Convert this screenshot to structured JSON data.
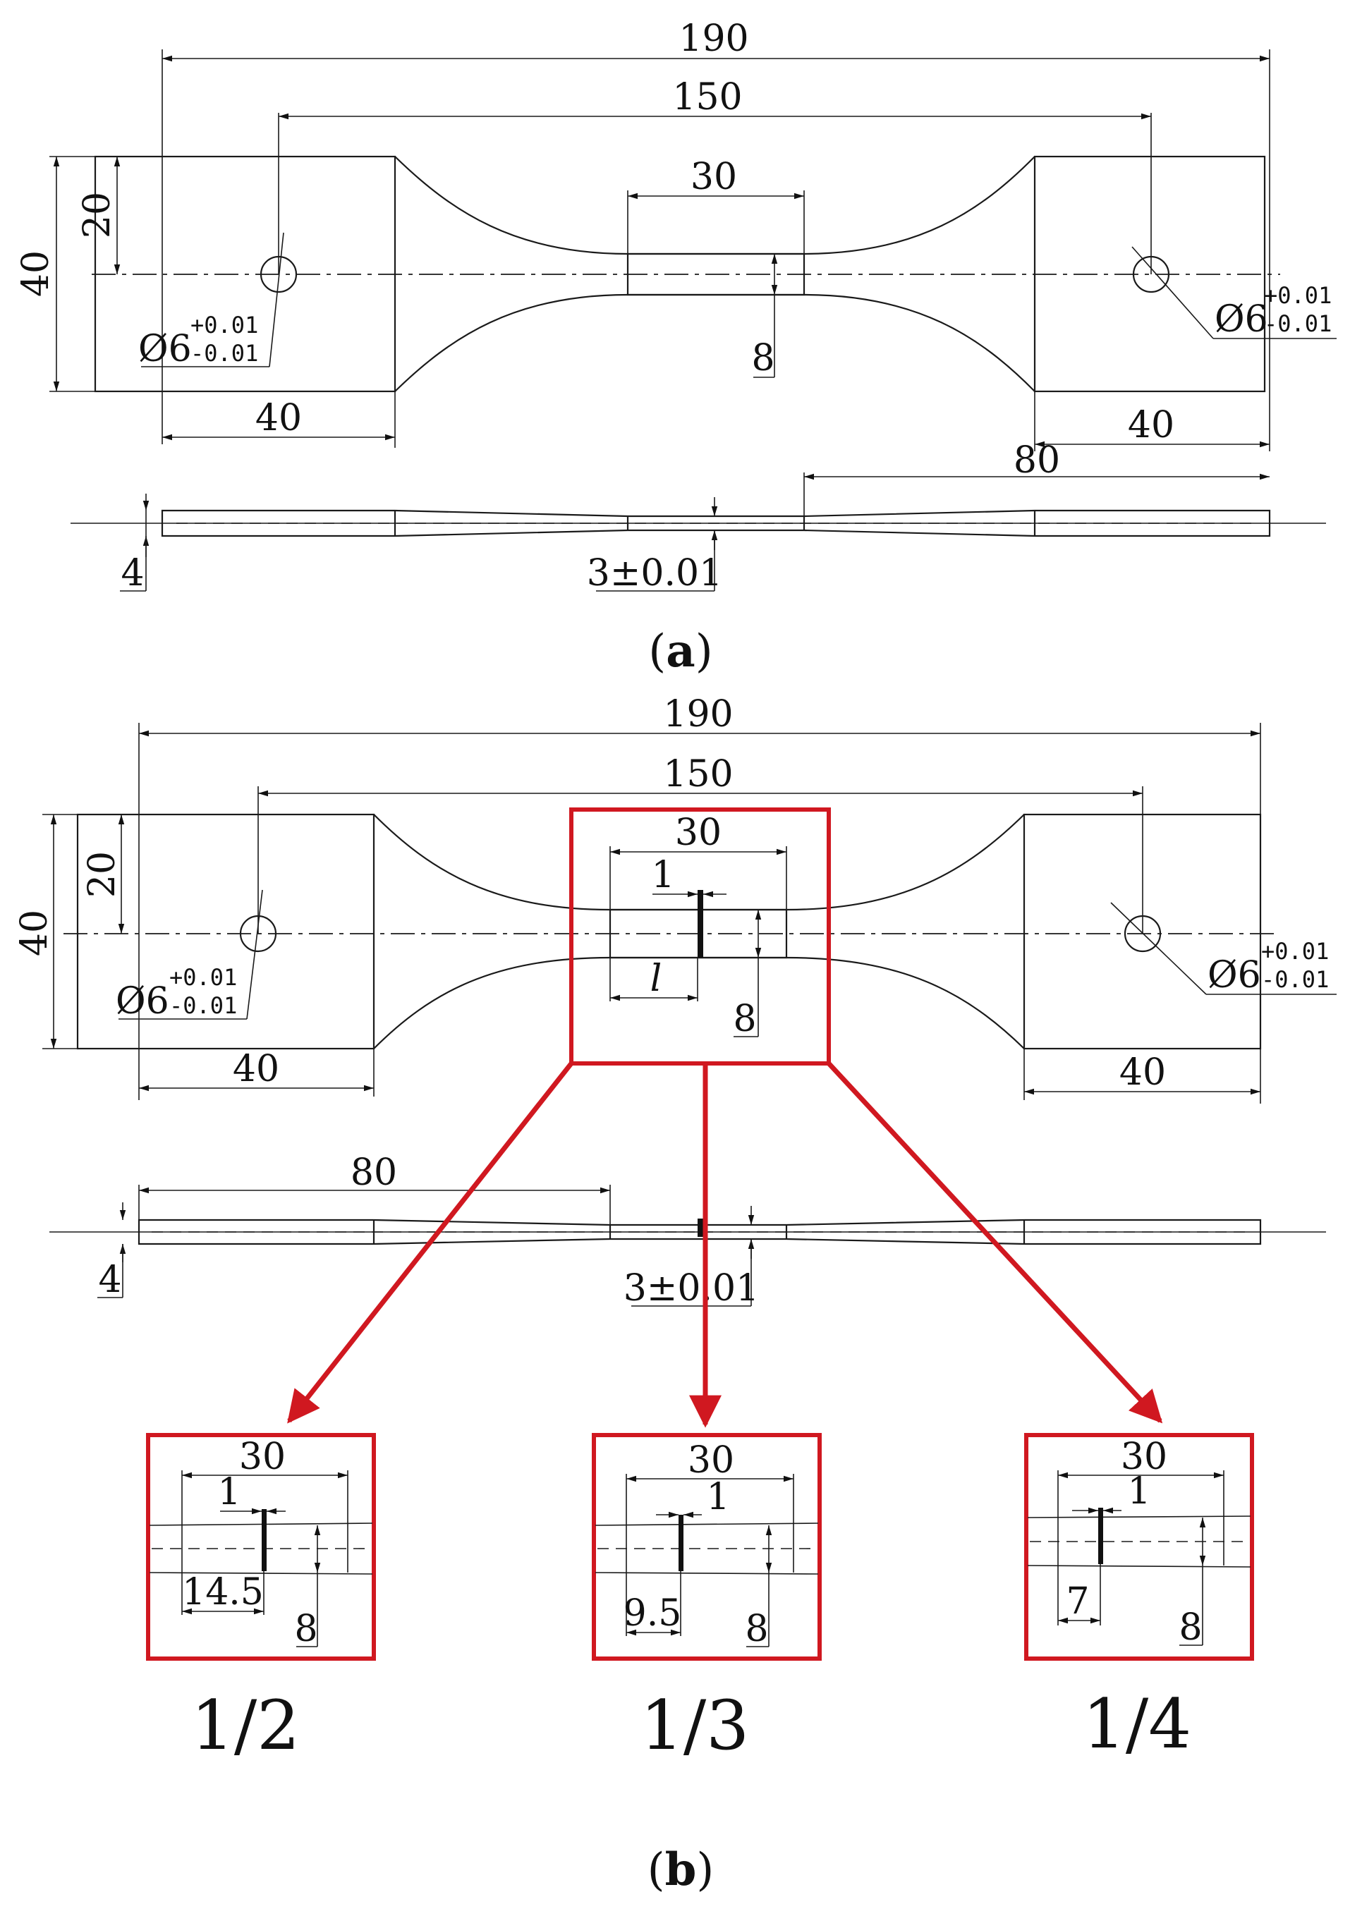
{
  "panel_a": {
    "overall_length": "190",
    "hole_spacing": "150",
    "gauge_length": "30",
    "half_width": "20",
    "grip_width": "40",
    "gauge_width": "8",
    "grip_length_left": "40",
    "grip_length_right": "40",
    "hole_dia_symbol": "Ø6",
    "tol_plus": "+0.01",
    "tol_minus": "-0.01",
    "side_length": "80",
    "grip_thickness": "4",
    "gauge_thickness": "3±0.01",
    "caption_open": "(",
    "caption_letter": "a",
    "caption_close": ")"
  },
  "panel_b": {
    "overall_length": "190",
    "hole_spacing": "150",
    "gauge_length": "30",
    "half_width": "20",
    "grip_width": "40",
    "gauge_width": "8",
    "notch_width": "1",
    "notch_pos_symbol": "l",
    "grip_length_left": "40",
    "grip_length_right": "40",
    "hole_dia_symbol": "Ø6",
    "tol_plus": "+0.01",
    "tol_minus": "-0.01",
    "side_length": "80",
    "grip_thickness": "4",
    "gauge_thickness": "3±0.01",
    "caption_open": "(",
    "caption_letter": "b",
    "caption_close": ")"
  },
  "details": [
    {
      "gauge_length": "30",
      "notch_width": "1",
      "notch_offset": "14.5",
      "gauge_width": "8",
      "ratio": "1/2"
    },
    {
      "gauge_length": "30",
      "notch_width": "1",
      "notch_offset": "9.5",
      "gauge_width": "8",
      "ratio": "1/3"
    },
    {
      "gauge_length": "30",
      "notch_width": "1",
      "notch_offset": "7",
      "gauge_width": "8",
      "ratio": "1/4"
    }
  ],
  "colors": {
    "line": "#1a1a1a",
    "highlight": "#d01820",
    "background": "#ffffff"
  }
}
